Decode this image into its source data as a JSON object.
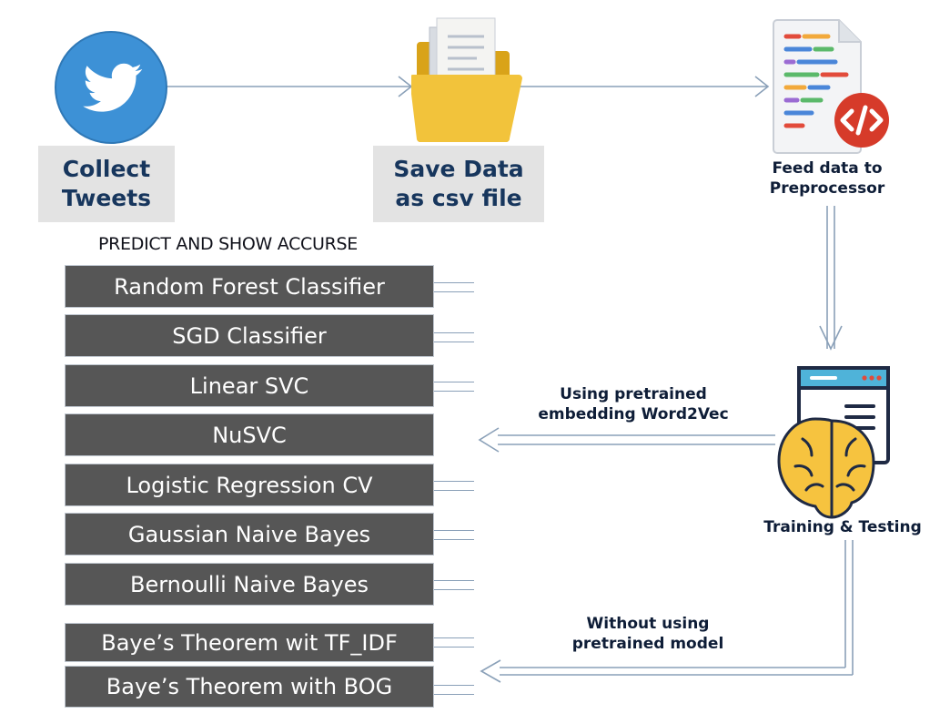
{
  "steps": {
    "collect": "Collect\nTweets",
    "save": "Save Data\nas csv file",
    "feed": "Feed data to\nPreprocessor",
    "train": "Training & Testing"
  },
  "heading": "PREDICT AND SHOW ACCURSE",
  "classifiers": [
    "Random Forest Classifier",
    "SGD Classifier",
    "Linear SVC",
    "NuSVC",
    "Logistic Regression CV",
    "Gaussian Naive Bayes",
    "Bernoulli Naive Bayes"
  ],
  "bayes": [
    "Baye’s Theorem wit TF_IDF",
    "Baye’s Theorem with BOG"
  ],
  "edges": {
    "pretrained": "Using pretrained\nembedding Word2Vec",
    "no_pretrained": "Without using\npretrained model"
  },
  "icons": [
    "twitter-icon",
    "folder-icon",
    "code-document-icon",
    "brain-window-icon"
  ],
  "colors": {
    "classifier_bg": "#565656",
    "tag_bg": "#e3e3e3",
    "tag_text": "#17365d",
    "twitter_blue": "#3d91d6",
    "code_red": "#d63b2a"
  }
}
